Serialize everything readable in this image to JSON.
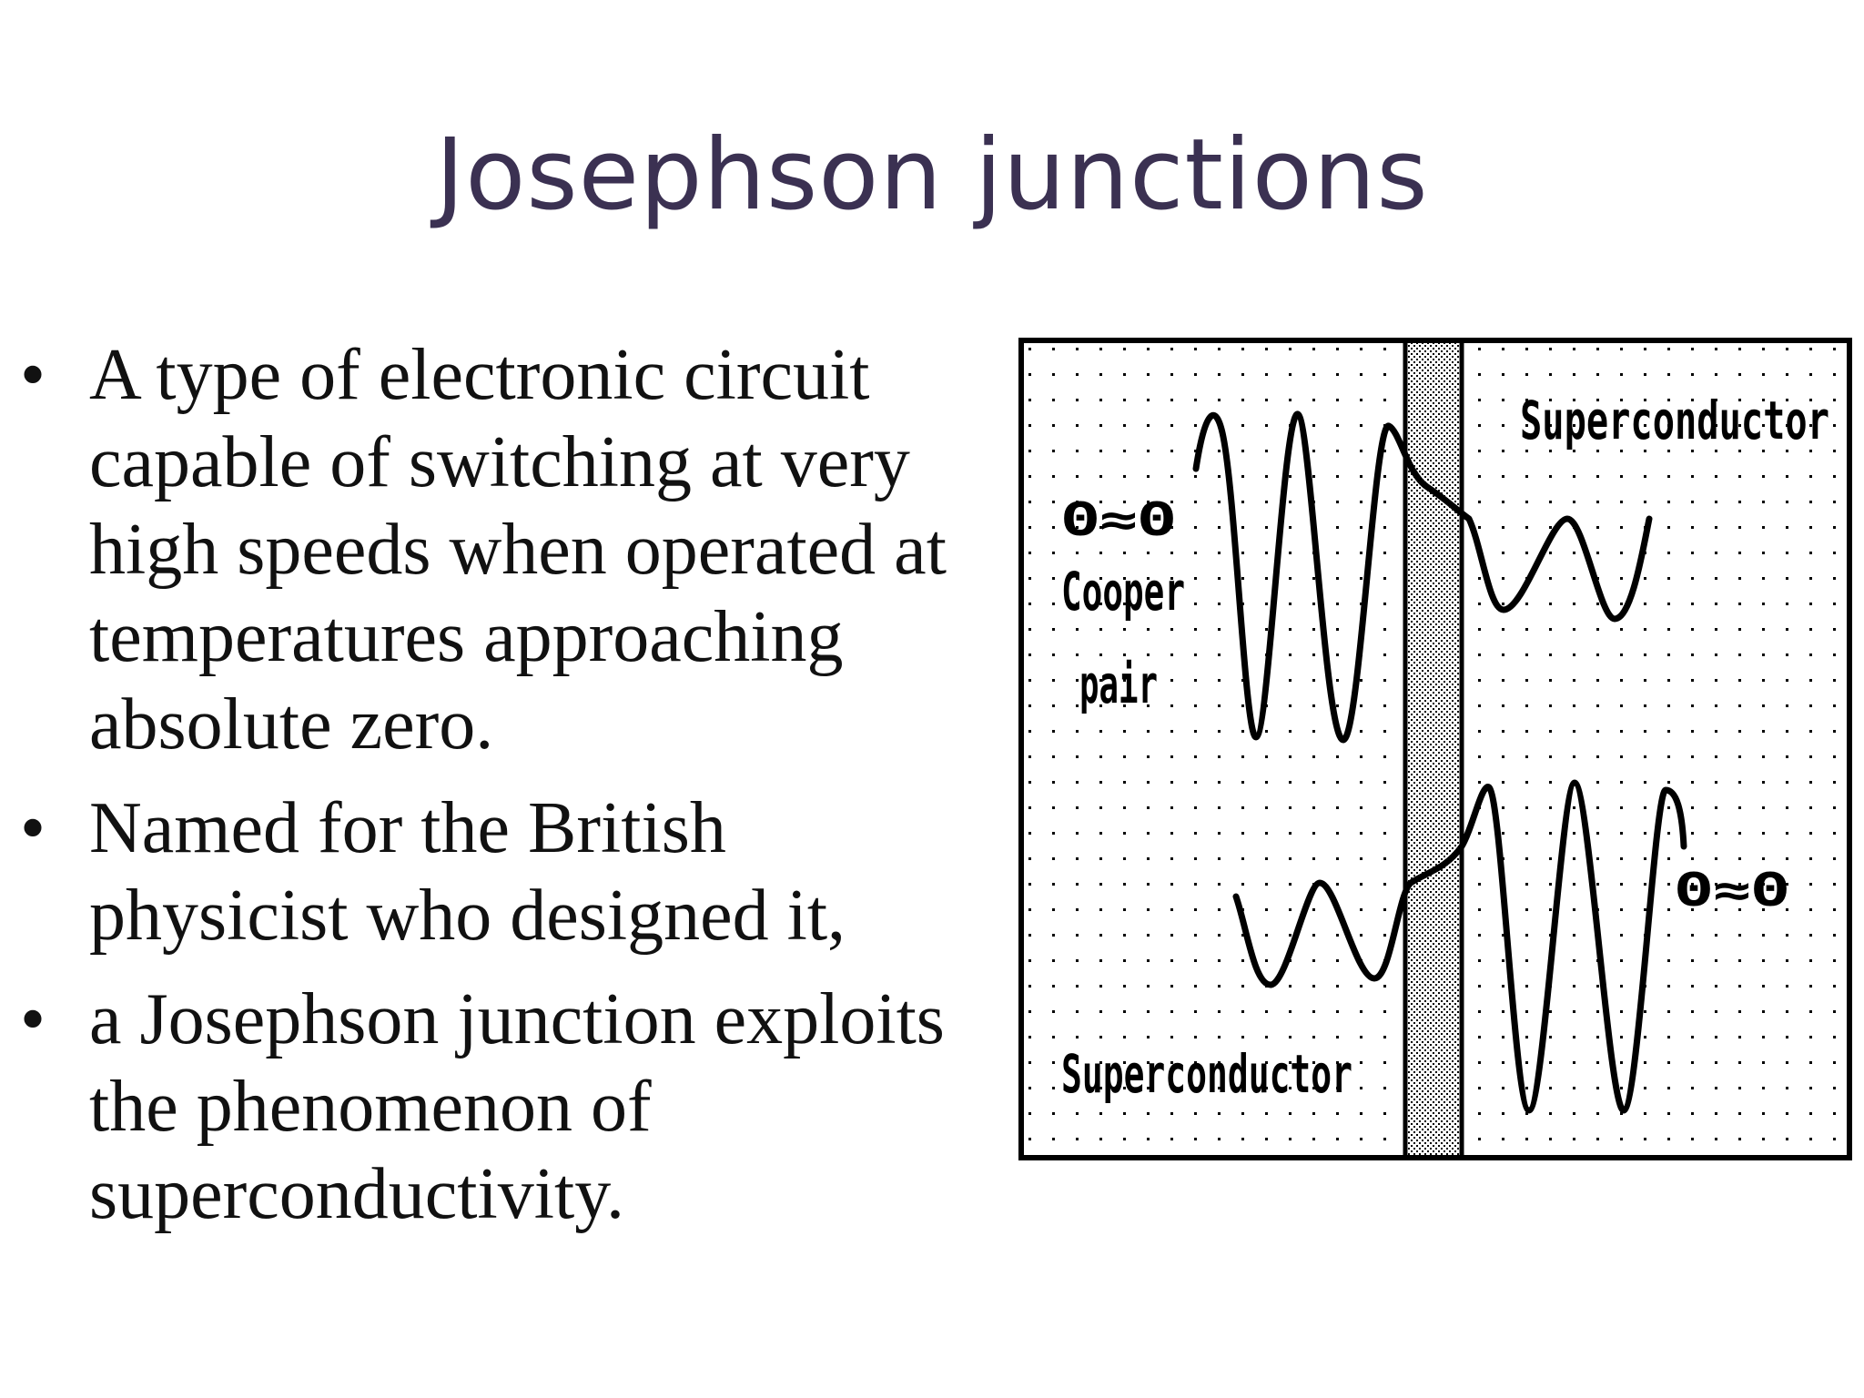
{
  "slide": {
    "title": "Josephson junctions",
    "bullets": [
      "A  type of electronic circuit capable of switching at very high speeds when operated at temperatures approaching absolute zero.",
      "Named for the British physicist who designed it,",
      "a Josephson junction exploits the phenomenon of superconductivity."
    ],
    "bullet_symbol": "•"
  },
  "diagram": {
    "label_top_right": "Superconductor",
    "label_bottom_left": "Superconductor",
    "label_cooper_symbol": "Θ≈Θ",
    "label_cooper_line1": "Cooper",
    "label_cooper_line2": "pair",
    "label_right_symbol": "Θ≈Θ"
  },
  "colors": {
    "title": "#3b3152",
    "text": "#111111",
    "ink": "#000000"
  }
}
